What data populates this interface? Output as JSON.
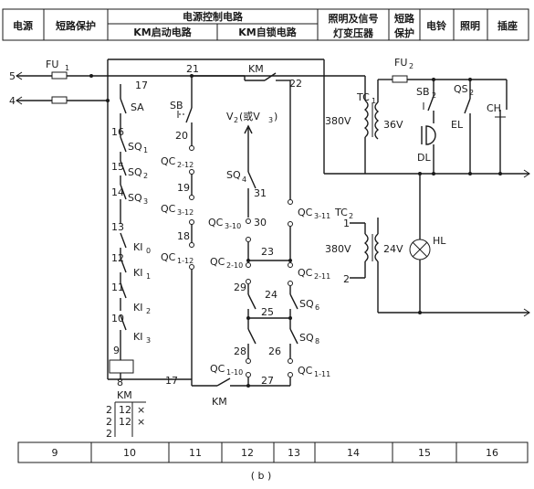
{
  "header": {
    "power": "电源",
    "short_protect": "短路保护",
    "control": "电源控制电路",
    "km_start": "KM启动电路",
    "km_lock": "KM自锁电路",
    "light_signal_1": "照明及信号",
    "light_signal_2": "灯变压器",
    "short_protect2_1": "短路",
    "short_protect2_2": "保护",
    "bell": "电铃",
    "lighting": "照明",
    "socket": "插座"
  },
  "footer": {
    "cols": [
      "9",
      "10",
      "11",
      "12",
      "13",
      "14",
      "15",
      "16"
    ]
  },
  "caption": "( b )",
  "labels": {
    "line5": "5",
    "line4": "4",
    "fu1": "FU",
    "fu1_sub": "1",
    "fu2": "FU",
    "fu2_sub": "2",
    "n17top": "17",
    "n21": "21",
    "km_top": "KM",
    "n22": "22",
    "sa": "SA",
    "n16": "16",
    "sq1": "SQ",
    "sq1_sub": "1",
    "n15": "15",
    "sq2": "SQ",
    "sq2_sub": "2",
    "n14": "14",
    "sq3": "SQ",
    "sq3_sub": "3",
    "n13": "13",
    "ki0": "KI",
    "ki0_sub": "0",
    "n12": "12",
    "ki1": "KI",
    "ki1_sub": "1",
    "n11": "11",
    "ki2": "KI",
    "ki2_sub": "2",
    "n10": "10",
    "ki3": "KI",
    "ki3_sub": "3",
    "n9": "9",
    "n8": "8",
    "n17bot": "17",
    "sb": "SB",
    "n20": "20",
    "qc212": "QC",
    "qc212_sub": "2-12",
    "n19": "19",
    "qc312": "QC",
    "qc312_sub": "3-12",
    "n18": "18",
    "qc112": "QC",
    "qc112_sub": "1-12",
    "v2v3": "V",
    "v2v3_sub": "2",
    "v2v3_rest": "(或V",
    "v2v3_sub2": "3",
    "v2v3_end": ")",
    "sq4": "SQ",
    "sq4_sub": "4",
    "n31": "31",
    "qc310": "QC",
    "qc310_sub": "3-10",
    "n30": "30",
    "qc311": "QC",
    "qc311_sub": "3-11",
    "n23": "23",
    "qc210": "QC",
    "qc210_sub": "2-10",
    "qc211": "QC",
    "qc211_sub": "2-11",
    "n29": "29",
    "n24": "24",
    "sq6": "SQ",
    "sq6_sub": "6",
    "n25": "25",
    "n28": "28",
    "n26": "26",
    "sq8": "SQ",
    "sq8_sub": "8",
    "qc110": "QC",
    "qc110_sub": "1-10",
    "n27": "27",
    "qc111": "QC",
    "qc111_sub": "1-11",
    "km_bot": "KM",
    "tc1": "TC",
    "tc1_sub": "1",
    "v380a": "380V",
    "v36": "36V",
    "sb2": "SB",
    "sb2_sub": "2",
    "qs2": "QS",
    "qs2_sub": "2",
    "el": "EL",
    "ch": "CH",
    "dl": "DL",
    "tc2": "TC",
    "tc2_sub": "2",
    "n1": "1",
    "v380b": "380V",
    "v24": "24V",
    "n2": "2",
    "hl": "HL",
    "km_coil": "KM",
    "km_c1": "2",
    "km_c2": "12",
    "km_c3": "×",
    "km_c4": "2",
    "km_c5": "12",
    "km_c6": "×",
    "km_c7": "2"
  }
}
